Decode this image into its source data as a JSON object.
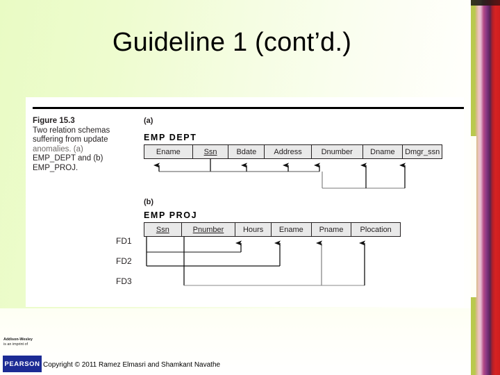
{
  "slide": {
    "title": "Guideline 1 (cont’d.)",
    "background_start": "#e9fbc4",
    "background_end": "#ffffff"
  },
  "figure": {
    "caption_title": "Figure 15.3",
    "caption_line1": "Two relation schemas",
    "caption_line2": "suffering from update",
    "caption_line3": "anomalies. (a)",
    "caption_line4": "EMP_DEPT and (b)",
    "caption_line5": "EMP_PROJ.",
    "rule_color": "#000000"
  },
  "subfigure_a": {
    "label": "(a)",
    "relation_name": "EMP DEPT",
    "columns": [
      {
        "name": "Ename",
        "key": false
      },
      {
        "name": "Ssn",
        "key": true
      },
      {
        "name": "Bdate",
        "key": false
      },
      {
        "name": "Address",
        "key": false
      },
      {
        "name": "Dnumber",
        "key": false
      },
      {
        "name": "Dname",
        "key": false
      },
      {
        "name": "Dmgr_ssn",
        "key": false
      }
    ],
    "dependencies": [
      {
        "determinant": [
          "Ssn"
        ],
        "dependents": [
          "Ename",
          "Bdate",
          "Address",
          "Dnumber"
        ]
      },
      {
        "determinant": [
          "Dnumber"
        ],
        "dependents": [
          "Dname",
          "Dmgr_ssn"
        ]
      }
    ]
  },
  "subfigure_b": {
    "label": "(b)",
    "relation_name": "EMP PROJ",
    "columns": [
      {
        "name": "Ssn",
        "key": true
      },
      {
        "name": "Pnumber",
        "key": true
      },
      {
        "name": "Hours",
        "key": false
      },
      {
        "name": "Ename",
        "key": false
      },
      {
        "name": "Pname",
        "key": false
      },
      {
        "name": "Plocation",
        "key": false
      }
    ],
    "fd_labels": [
      "FD1",
      "FD2",
      "FD3"
    ],
    "dependencies": [
      {
        "label": "FD1",
        "determinant": [
          "Ssn",
          "Pnumber"
        ],
        "dependents": [
          "Hours"
        ]
      },
      {
        "label": "FD2",
        "determinant": [
          "Ssn"
        ],
        "dependents": [
          "Ename"
        ]
      },
      {
        "label": "FD3",
        "determinant": [
          "Pnumber"
        ],
        "dependents": [
          "Pname",
          "Plocation"
        ]
      }
    ]
  },
  "footer": {
    "imprint_line1": "Addison-Wesley",
    "imprint_line2": "is an imprint of",
    "publisher": "PEARSON",
    "copyright": "Copyright © 2011 Ramez Elmasri and Shamkant Navathe",
    "publisher_color": "#1c2b94"
  }
}
